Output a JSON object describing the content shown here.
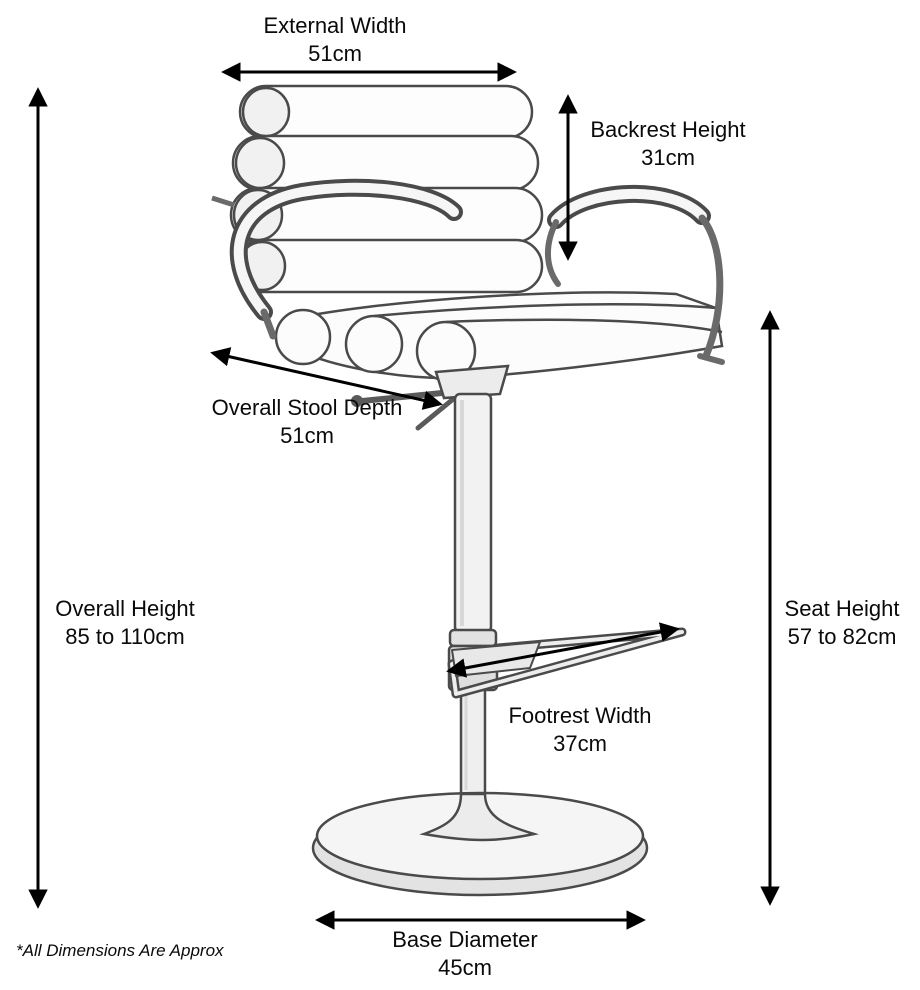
{
  "labels": {
    "external_width": {
      "name": "External Width",
      "value": "51cm"
    },
    "backrest_height": {
      "name": "Backrest Height",
      "value": "31cm"
    },
    "overall_stool_depth": {
      "name": "Overall Stool Depth",
      "value": "51cm"
    },
    "overall_height": {
      "name": "Overall Height",
      "value": "85 to 110cm"
    },
    "seat_height": {
      "name": "Seat Height",
      "value": "57 to 82cm"
    },
    "footrest_width": {
      "name": "Footrest Width",
      "value": "37cm"
    },
    "base_diameter": {
      "name": "Base Diameter",
      "value": "45cm"
    }
  },
  "footnote": "*All Dimensions Are Approx",
  "colors": {
    "arrow": "#000000",
    "sketch_line": "#4a4a4a",
    "background": "#ffffff"
  }
}
